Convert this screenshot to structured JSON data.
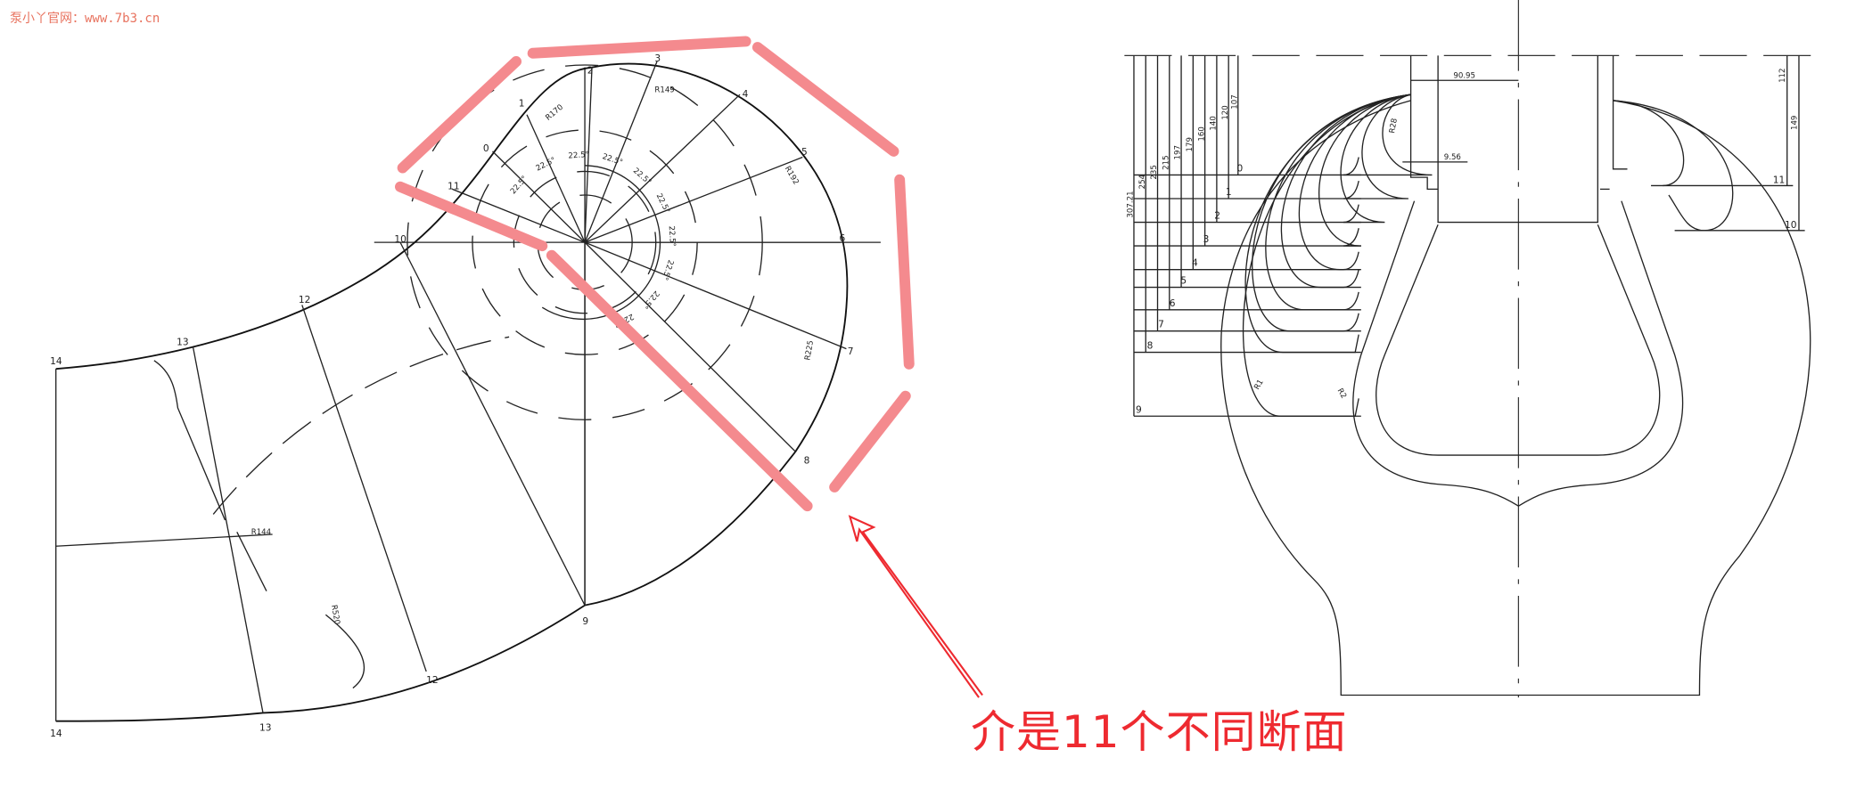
{
  "watermark": "泵小丫官网：www.7b3.cn",
  "annotation": {
    "text": "介是11个不同断面",
    "color": "#ee2a30"
  },
  "highlight_color": "#f48a8e",
  "left_drawing": {
    "points": [
      "0",
      "1",
      "2",
      "3",
      "4",
      "5",
      "6",
      "7",
      "8",
      "9",
      "10",
      "11",
      "12",
      "12",
      "13",
      "13",
      "14",
      "14"
    ],
    "angle_label": "22.5°",
    "radii": [
      "R170",
      "R149",
      "R192",
      "R225",
      "R144",
      "R520"
    ]
  },
  "right_drawing": {
    "levels": [
      "0",
      "1",
      "2",
      "3",
      "4",
      "5",
      "6",
      "7",
      "8",
      "9"
    ],
    "heights": [
      "307.21",
      "254",
      "235",
      "215",
      "197",
      "179",
      "160",
      "140",
      "120",
      "107"
    ],
    "right_levels": [
      "11",
      "10"
    ],
    "right_heights": [
      "112",
      "149"
    ],
    "dims": {
      "width": "90.95",
      "gap": "9.56",
      "radius": "R28",
      "r1": "R1",
      "r2": "R2"
    }
  }
}
